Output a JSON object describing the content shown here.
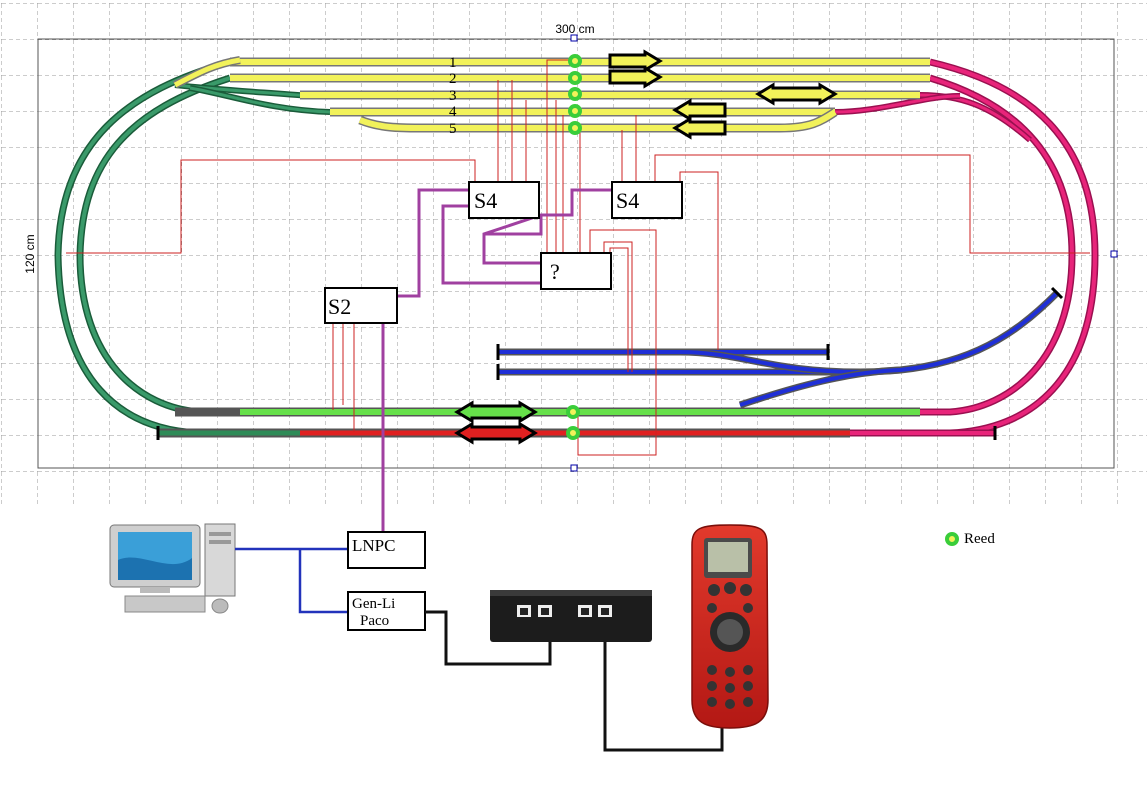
{
  "dimensions": {
    "width_label": "300 cm",
    "height_label": "120 cm"
  },
  "tracks": [
    {
      "number": "1",
      "direction": "right"
    },
    {
      "number": "2",
      "direction": "right"
    },
    {
      "number": "3",
      "direction": "both"
    },
    {
      "number": "4",
      "direction": "left"
    },
    {
      "number": "5",
      "direction": "left"
    }
  ],
  "modules": {
    "s4_left": "S4",
    "s4_right": "S4",
    "unknown": "?",
    "s2": "S2",
    "lnpc": "LNPC",
    "genli_line1": "Gen-Li",
    "genli_line2": "Paco"
  },
  "legend": {
    "reed_label": "Reed"
  },
  "colors": {
    "yellow_tracks": "#f2f25a",
    "outer_left_loop": "#2e8b57",
    "outer_right_loop": "#e8247a",
    "blue_siding": "#1f2fd6",
    "green_station": "#66e04a",
    "red_station": "#e02020",
    "feedback_wire": "#cc2222",
    "loconet_wire": "#a040a0",
    "pc_wire": "#2233bb",
    "xpressnet_wire": "#111111",
    "reed": "#3acd3a"
  },
  "icons": [
    "computer-icon",
    "command-station-icon",
    "handheld-controller-icon",
    "reed-sensor-icon"
  ]
}
